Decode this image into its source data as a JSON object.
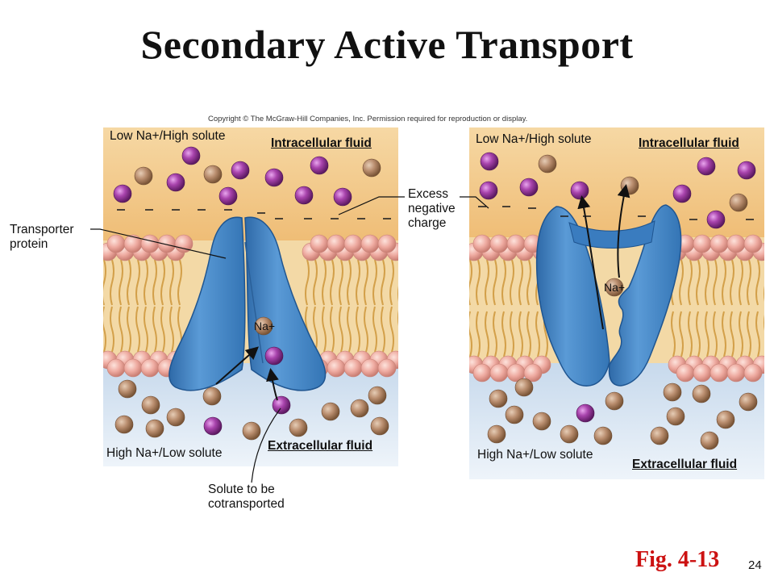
{
  "title": "Secondary Active Transport",
  "copyright": "Copyright © The McGraw-Hill Companies, Inc. Permission required for reproduction or display.",
  "left_panel": {
    "top_condition": "Low Na+/High solute",
    "top_region": "Intracellular fluid",
    "bottom_condition": "High Na+/Low solute",
    "bottom_region": "Extracellular fluid",
    "na_label": "Na+"
  },
  "right_panel": {
    "top_condition": "Low Na+/High solute",
    "top_region": "Intracellular fluid",
    "bottom_condition": "High Na+/Low solute",
    "bottom_region": "Extracellular fluid",
    "na_label": "Na+"
  },
  "callouts": {
    "transporter": [
      "Transporter",
      "protein"
    ],
    "excess": [
      "Excess",
      "negative",
      "charge"
    ],
    "solute": [
      "Solute to be",
      "cotransported"
    ]
  },
  "figure_label": "Fig. 4-13",
  "page_number": "24",
  "colors": {
    "intracellular": "#f2c98a",
    "extracellular": "#dfe9f4",
    "protein": "#4f8fcc",
    "protein_dark": "#2f6aa8",
    "lipid_head": "#eeaaa0",
    "lipid_tail": "#d8a64a",
    "solute": "#9b3fa0",
    "sodium": "#b98d6e",
    "title_red": "#cc1111"
  },
  "icons": {
    "sodium": "sodium-ion-icon",
    "solute": "solute-molecule-icon"
  }
}
